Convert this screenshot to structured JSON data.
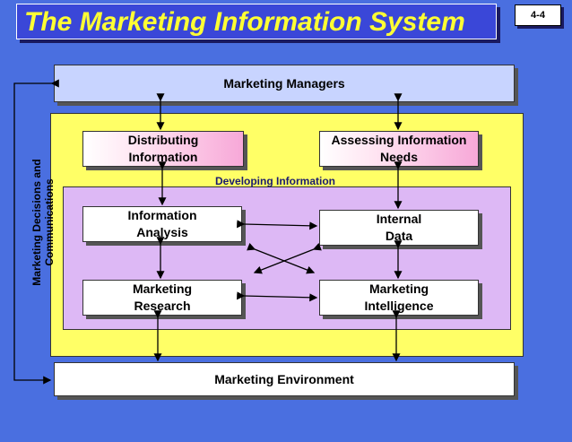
{
  "slide": {
    "title": "The Marketing Information System",
    "number": "4-4"
  },
  "boxes": {
    "managers": "Marketing Managers",
    "distributing": "Distributing\nInformation",
    "assessing": "Assessing Information\nNeeds",
    "analysis": "Information\nAnalysis",
    "internal": "Internal\nData",
    "research": "Marketing\nResearch",
    "intelligence": "Marketing\nIntelligence",
    "environment": "Marketing Environment"
  },
  "labels": {
    "developing": "Developing Information",
    "side": "Marketing Decisions and Communications"
  }
}
